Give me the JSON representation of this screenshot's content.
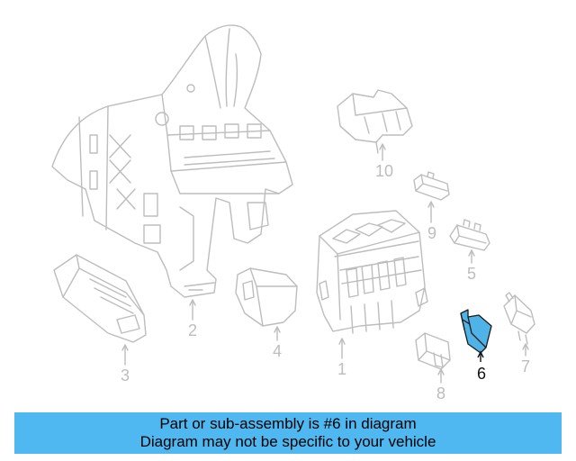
{
  "diagram": {
    "callouts": {
      "c1": "1",
      "c2": "2",
      "c3": "3",
      "c4": "4",
      "c5": "5",
      "c6": "6",
      "c7": "7",
      "c8": "8",
      "c9": "9",
      "c10": "10"
    },
    "highlighted_part": "6",
    "colors": {
      "line": "#bdbdbd",
      "highlight_fill": "#4fb3e8",
      "highlight_stroke": "#1a1a1a",
      "banner": "#4fb8f0"
    }
  },
  "banner": {
    "line1": "Part or sub-assembly is #6 in diagram",
    "line2": "Diagram may not be specific to your vehicle"
  }
}
